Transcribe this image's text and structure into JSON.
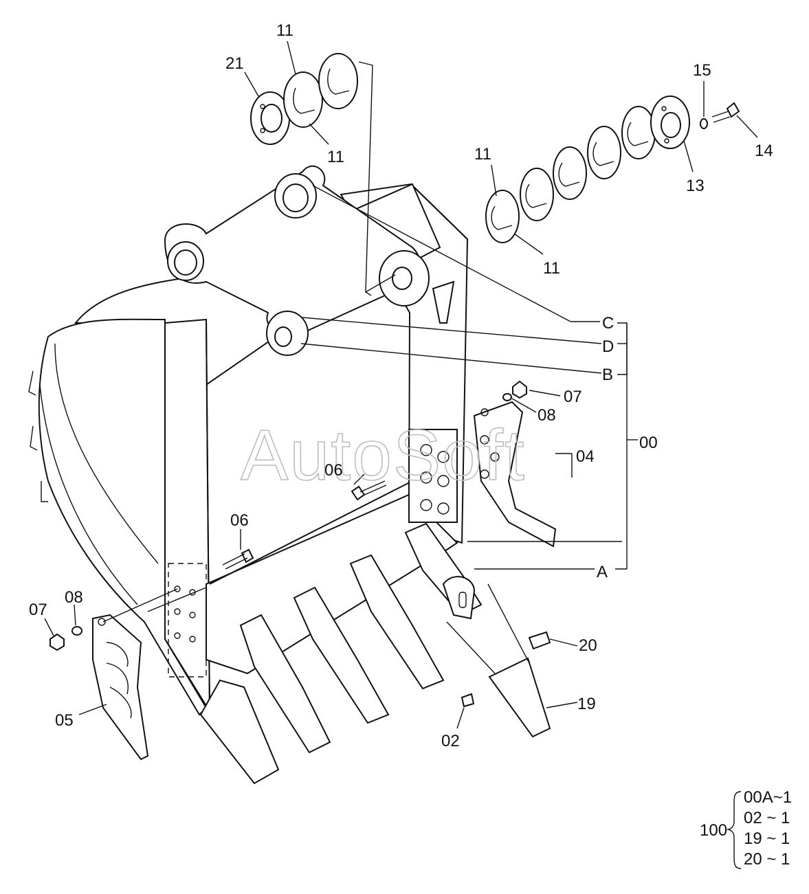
{
  "watermark": "AutoSoft",
  "labels": {
    "p21": "21",
    "p11a": "11",
    "p11b": "11",
    "p11c": "11",
    "p11d": "11",
    "p15": "15",
    "p14": "14",
    "p13": "13",
    "pC": "C",
    "pD": "D",
    "pB": "B",
    "p00": "00",
    "p07r": "07",
    "p08r": "08",
    "p04": "04",
    "p06a": "06",
    "p06b": "06",
    "pA": "A",
    "p07l": "07",
    "p08l": "08",
    "p05": "05",
    "p20": "20",
    "p19": "19",
    "p02": "02"
  },
  "kit": {
    "number": "100",
    "items": [
      "00A~1",
      "02 ~ 1",
      "19 ~ 1",
      "20 ~ 1"
    ]
  }
}
